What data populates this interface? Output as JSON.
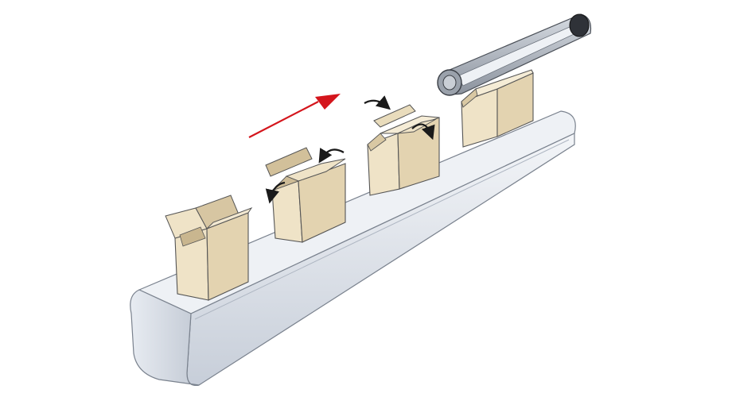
{
  "diagram": {
    "kind": "box-closing-conveyor-illustration",
    "direction": "left-to-right",
    "stages": [
      {
        "id": 1,
        "state": "open-flaps"
      },
      {
        "id": 2,
        "state": "side-flaps-folding"
      },
      {
        "id": 3,
        "state": "top-flaps-folding"
      },
      {
        "id": 4,
        "state": "closed-under-top-belt"
      }
    ],
    "colors": {
      "carton": "#efe3c7",
      "carton_side": "#e3d3b0",
      "carton_dark": "#cdbb96",
      "outline": "#555555",
      "belt": "#e6eaf1",
      "belt_shadow": "#b9c1ce",
      "flow_arrow": "#d4151c",
      "fold_arrow": "#1a1a1a",
      "top_belt_dark": "#3a3a3a"
    },
    "icons": [
      "flow-direction-arrow",
      "fold-arrow-icon",
      "top-belt-roller-icon"
    ]
  }
}
